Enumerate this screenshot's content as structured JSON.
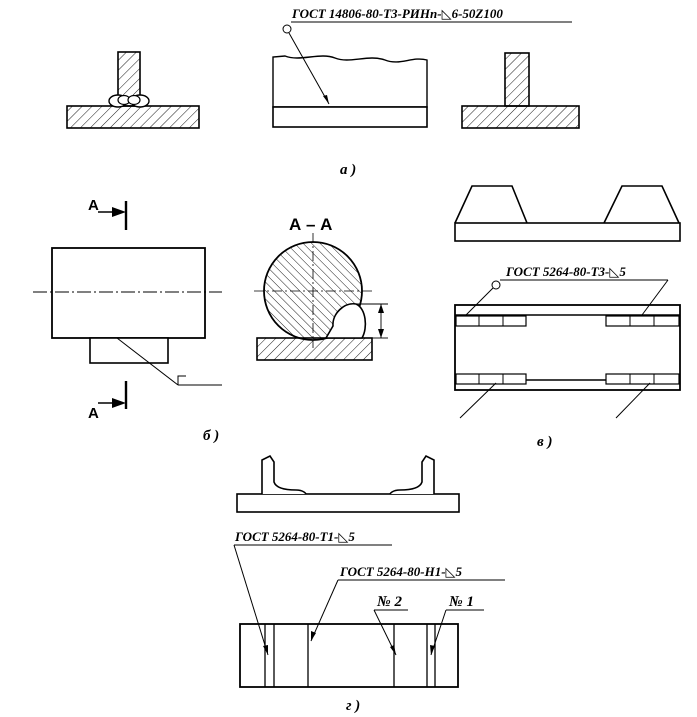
{
  "callouts": {
    "a_weld": "ГОСТ 14806-80-Т3-РИНп-◺6-50Z100",
    "v_weld": "ГОСТ 5264-80-Т3-◺5",
    "g_weld_1": "ГОСТ 5264-80-Т1-◺5",
    "g_weld_2": "ГОСТ 5264-80-Н1-◺5",
    "g_no2": "№ 2",
    "g_no1": "№ 1"
  },
  "section": {
    "cut_label_top": "А",
    "cut_label_bottom": "А",
    "section_title": "А – А"
  },
  "captions": {
    "a": "а )",
    "b": "б )",
    "v": "в )",
    "g": "г )"
  }
}
